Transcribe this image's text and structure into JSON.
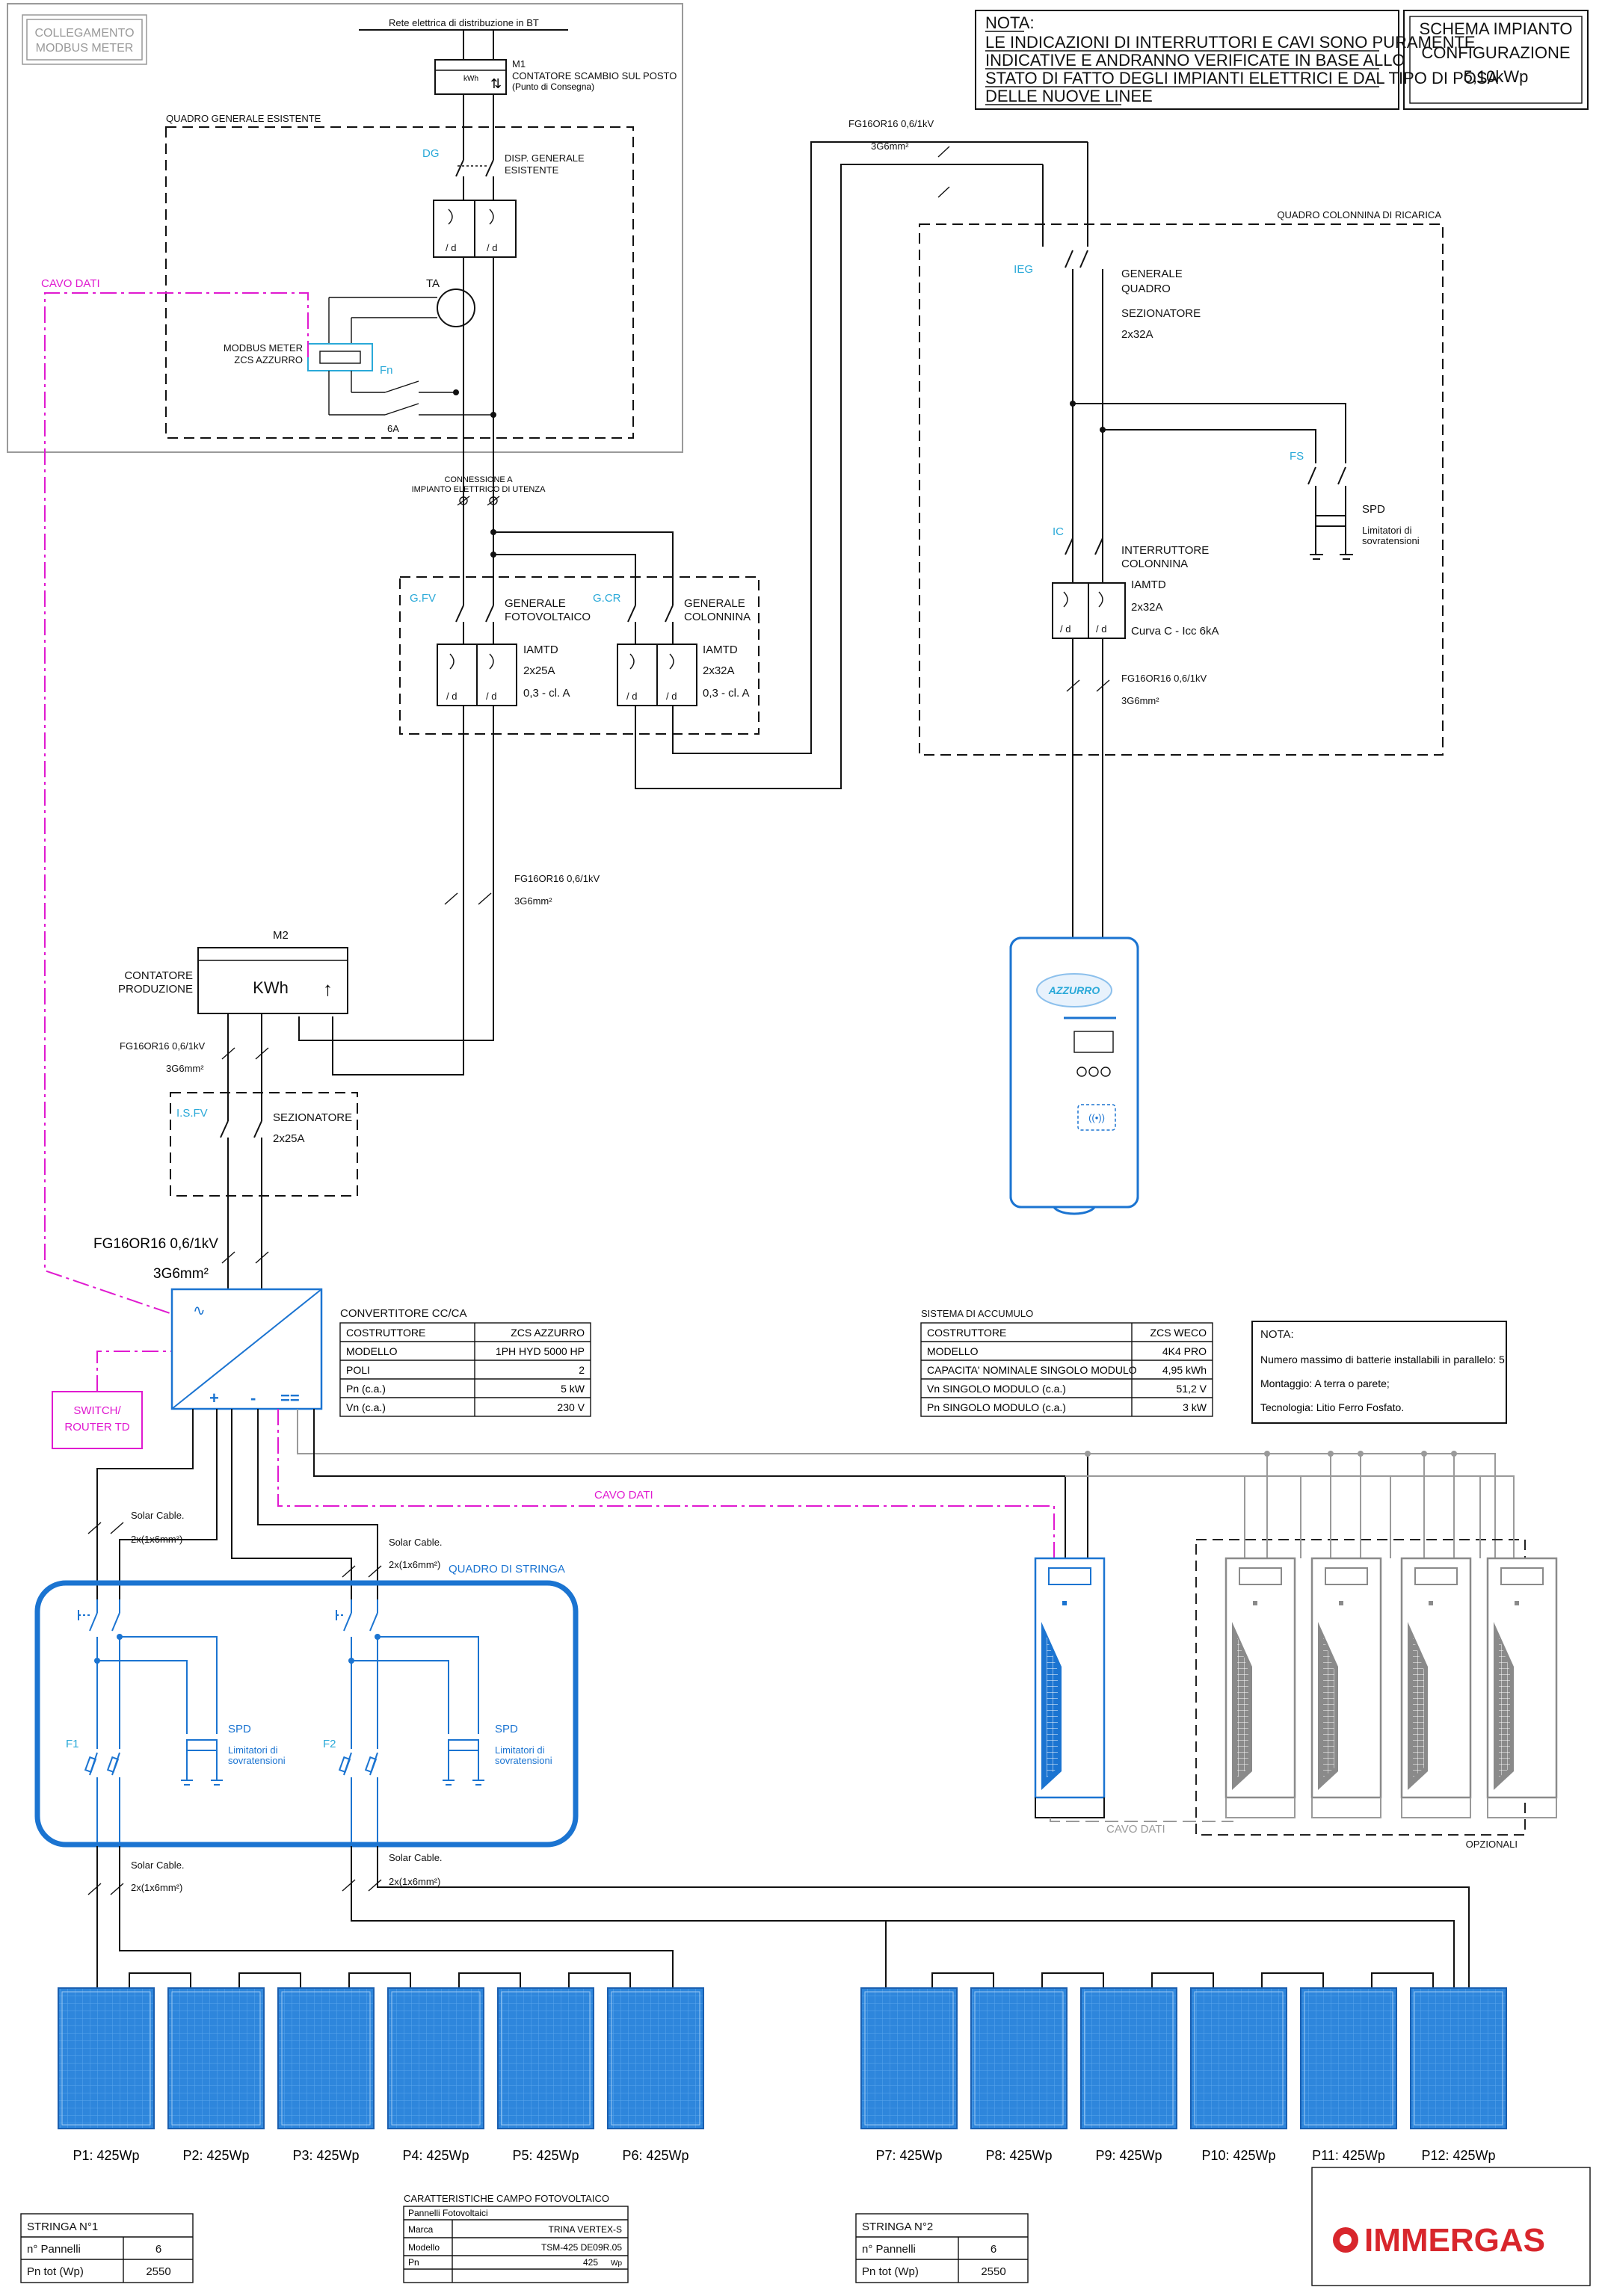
{
  "header": {
    "note_title": "NOTA:",
    "note_lines": [
      "LE INDICAZIONI DI INTERRUTTORI E CAVI SONO PURAMENTE",
      "INDICATIVE E ANDRANNO VERIFICATE IN BASE ALLO",
      "STATO DI FATTO DEGLI IMPIANTI ELETTRICI E DAL TIPO DI POSA",
      "DELLE NUOVE LINEE"
    ],
    "scheme_lines": [
      "SCHEMA IMPIANTO",
      "CONFIGURAZIONE",
      "5,10kWp"
    ]
  },
  "grid": {
    "network_label": "Rete elettrica di distribuzione in BT",
    "meter_m1": "M1",
    "meter_m1_desc1": "CONTATORE SCAMBIO SUL POSTO",
    "meter_m1_desc2": "(Punto di Consegna)",
    "meter_kwh_small": "kWh",
    "modbus_box": [
      "COLLEGAMENTO",
      "MODBUS METER"
    ],
    "existing_panel": "QUADRO GENERALE ESISTENTE",
    "dg_tag": "DG",
    "dg_desc": [
      "DISP. GENERALE",
      "ESISTENTE"
    ],
    "ta_label": "TA",
    "modbus_meter": [
      "MODBUS METER",
      "ZCS AZZURRO"
    ],
    "fn_tag": "Fn",
    "fuse_6a": "6A",
    "cavo_dati": "CAVO DATI",
    "connection": [
      "CONNESSIONE A",
      "IMPIANTO ELETTRICO DI UTENZA"
    ]
  },
  "distribution": {
    "gfv_tag": "G.FV",
    "gfv_desc": [
      "GENERALE",
      "FOTOVOLTAICO"
    ],
    "gfv_spec": [
      "IAMTD",
      "2x25A",
      "0,3 - cl. A"
    ],
    "gcr_tag": "G.CR",
    "gcr_desc": [
      "GENERALE",
      "COLONNINA"
    ],
    "gcr_spec": [
      "IAMTD",
      "2x32A",
      "0,3 - cl. A"
    ]
  },
  "charging": {
    "cable_top": [
      "FG16OR16 0,6/1kV",
      "3G6mm²"
    ],
    "panel_title": "QUADRO COLONNINA DI RICARICA",
    "ieg_tag": "IEG",
    "ieg_desc": [
      "GENERALE",
      "QUADRO",
      "SEZIONATORE",
      "2x32A"
    ],
    "fs_tag": "FS",
    "spd": [
      "SPD",
      "Limitatori di",
      "sovratensioni"
    ],
    "ic_tag": "IC",
    "ic_desc": [
      "INTERRUTTORE",
      "COLONNINA",
      "IAMTD",
      "2x32A",
      "Curva C - Icc 6kA"
    ],
    "cable_out": [
      "FG16OR16 0,6/1kV",
      "3G6mm²"
    ],
    "charger_brand": "AZZURRO"
  },
  "production": {
    "cable1": [
      "FG16OR16 0,6/1kV",
      "3G6mm²"
    ],
    "meter_m2": "M2",
    "meter_m2_desc": [
      "CONTATORE",
      "PRODUZIONE"
    ],
    "meter_kwh": "KWh",
    "cable2": [
      "FG16OR16 0,6/1kV",
      "3G6mm²"
    ],
    "isfv_tag": "I.S.FV",
    "isfv_desc": [
      "SEZIONATORE",
      "2x25A"
    ],
    "cable3": [
      "FG16OR16 0,6/1kV",
      "3G6mm²"
    ],
    "switch_label": [
      "SWITCH/",
      "ROUTER TD"
    ]
  },
  "inverter": {
    "title": "CONVERTITORE CC/CA",
    "rows": [
      {
        "label": "COSTRUTTORE",
        "value": "ZCS AZZURRO"
      },
      {
        "label": "MODELLO",
        "value": "1PH HYD 5000 HP"
      },
      {
        "label": "POLI",
        "value": "2"
      },
      {
        "label": "Pn (c.a.)",
        "value": "5  kW"
      },
      {
        "label": "Vn (c.a.)",
        "value": "230  V"
      }
    ],
    "plus": "+",
    "minus": "-",
    "dc": "=="
  },
  "battery": {
    "title": "SISTEMA DI ACCUMULO",
    "rows": [
      {
        "label": "COSTRUTTORE",
        "value": "ZCS WECO"
      },
      {
        "label": "MODELLO",
        "value": "4K4 PRO"
      },
      {
        "label": "CAPACITA' NOMINALE SINGOLO MODULO",
        "value": "4,95 kWh"
      },
      {
        "label": "Vn SINGOLO MODULO (c.a.)",
        "value": "51,2 V"
      },
      {
        "label": "Pn SINGOLO MODULO (c.a.)",
        "value": "3 kW"
      }
    ],
    "note_title": "NOTA:",
    "note_lines": [
      "Numero massimo di batterie installabili in parallelo: 5",
      "Montaggio: A terra o parete;",
      "Tecnologia: Litio Ferro Fosfato."
    ],
    "cavo_dati": "CAVO DATI",
    "cavo_dati_bottom": "CAVO DATI",
    "optional": "OPZIONALI"
  },
  "strings": {
    "solar_cable": [
      "Solar Cable.",
      "2x(1x6mm²)"
    ],
    "quadro_stringa": "QUADRO DI STRINGA",
    "f1_tag": "F1",
    "f2_tag": "F2",
    "spd": [
      "SPD",
      "Limitatori di",
      "sovratensioni"
    ],
    "panel_labels": [
      "P1: 425Wp",
      "P2: 425Wp",
      "P3: 425Wp",
      "P4: 425Wp",
      "P5: 425Wp",
      "P6: 425Wp",
      "P7: 425Wp",
      "P8: 425Wp",
      "P9: 425Wp",
      "P10: 425Wp",
      "P11: 425Wp",
      "P12: 425Wp"
    ]
  },
  "footer": {
    "string1": {
      "title": "STRINGA N°1",
      "rows": [
        {
          "label": "n° Pannelli",
          "value": "6"
        },
        {
          "label": "Pn tot (Wp)",
          "value": "2550"
        }
      ]
    },
    "string2": {
      "title": "STRINGA N°2",
      "rows": [
        {
          "label": "n° Pannelli",
          "value": "6"
        },
        {
          "label": "Pn tot (Wp)",
          "value": "2550"
        }
      ]
    },
    "pv": {
      "title": "CARATTERISTICHE CAMPO FOTOVOLTAICO",
      "subtitle": "Pannelli Fotovoltaici",
      "rows": [
        {
          "label": "Marca",
          "value": "TRINA VERTEX-S"
        },
        {
          "label": "Modello",
          "value": "TSM-425 DE09R.05"
        },
        {
          "label": "Pn",
          "value": "425",
          "unit": "Wp"
        }
      ]
    },
    "logo": "IMMERGAS"
  },
  "colors": {
    "accent_blue": "#1b74d1",
    "data_magenta": "#e01ad0",
    "tag_cyan": "#2aa9d8",
    "logo_red": "#d8262c",
    "optional_gray": "#9a9a9a"
  }
}
